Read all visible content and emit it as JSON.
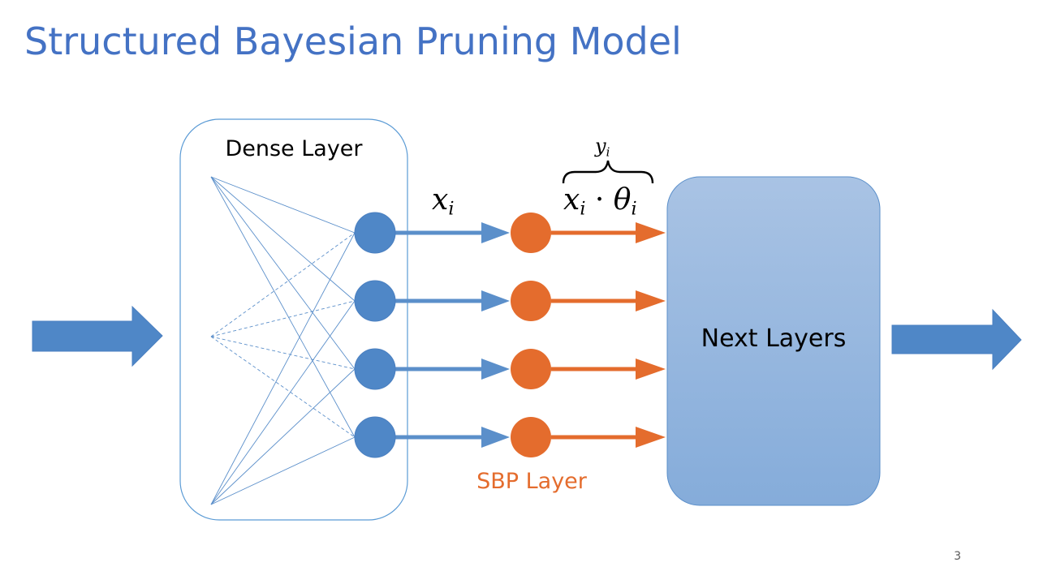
{
  "slide": {
    "title": "Structured Bayesian Pruning Model",
    "page_number": "3"
  },
  "diagram": {
    "dense_layer_label": "Dense Layer",
    "sbp_layer_label": "SBP Layer",
    "next_layers_label": "Next Layers",
    "formulas": {
      "x_symbol": "x",
      "x_subscript": "i",
      "dot": " · ",
      "theta_symbol": "θ",
      "theta_subscript": "i",
      "y_symbol": "y",
      "y_subscript": "i"
    },
    "neuron_count": 4,
    "input_count": 3
  },
  "colors": {
    "title": "#4472c4",
    "blue": "#5b8fca",
    "orange": "#e46c2d",
    "box_border": "#5b9bd5",
    "next_layers_top": "#a9c3e4",
    "next_layers_bottom": "#85acda"
  }
}
